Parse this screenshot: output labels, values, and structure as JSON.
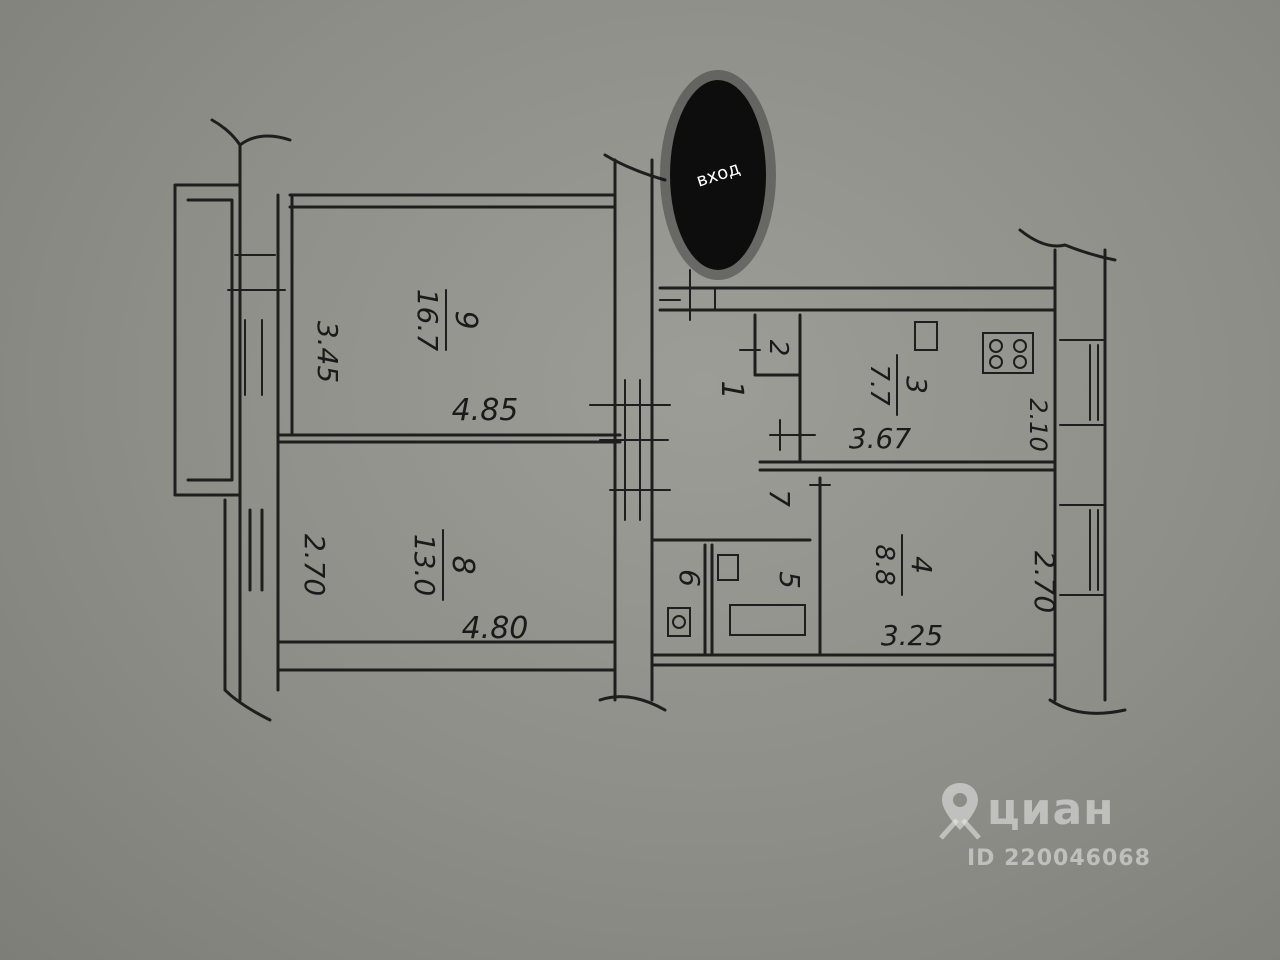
{
  "entrance": "вход",
  "rooms": [
    {
      "id": "room-1",
      "number": "1"
    },
    {
      "id": "room-2",
      "number": "2"
    },
    {
      "id": "room-3",
      "number": "3",
      "area": "7.7",
      "width": "3.67",
      "depth": "2.10"
    },
    {
      "id": "room-4",
      "number": "4",
      "area": "8.8",
      "width": "3.25",
      "depth": "2.70"
    },
    {
      "id": "room-5",
      "number": "5"
    },
    {
      "id": "room-6",
      "number": "6"
    },
    {
      "id": "room-7",
      "number": "7"
    },
    {
      "id": "room-8",
      "number": "8",
      "area": "13.0",
      "width": "4.80",
      "depth": "2.70"
    },
    {
      "id": "room-9",
      "number": "9",
      "area": "16.7",
      "width": "4.85",
      "depth": "3.45"
    }
  ],
  "watermark": {
    "brand": "циан",
    "id_text": "ID 220046068"
  }
}
